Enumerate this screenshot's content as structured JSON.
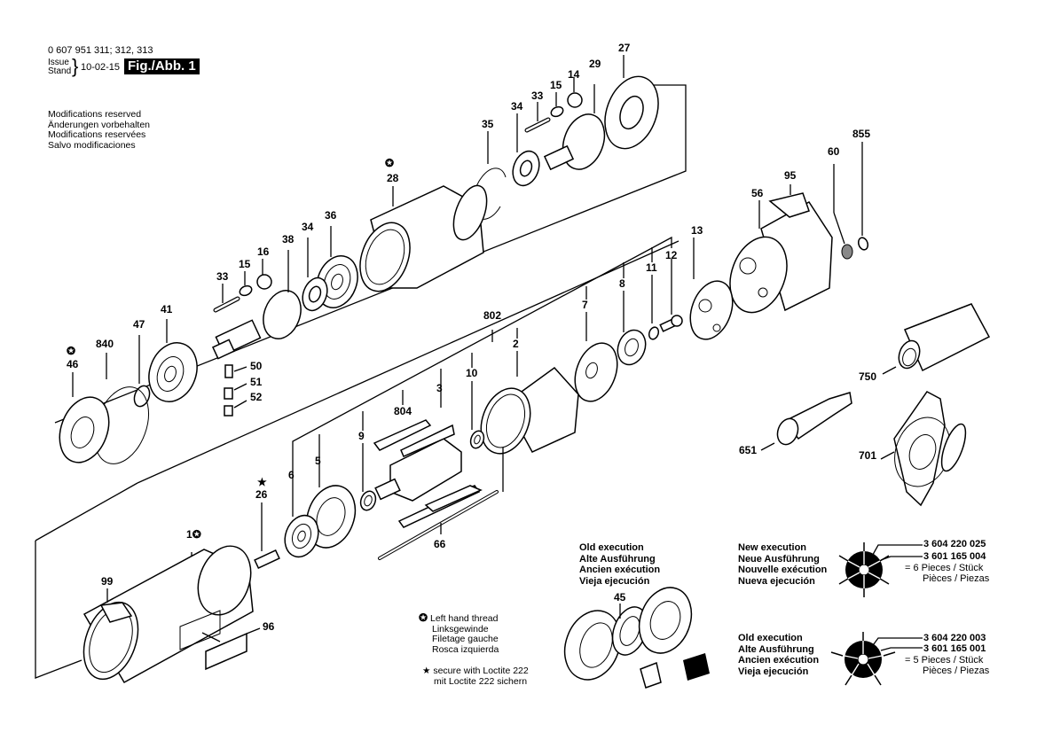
{
  "header": {
    "part_numbers": "0 607 951 311; 312, 313",
    "issue_label_en": "Issue",
    "issue_label_de": "Stand",
    "issue_date": "10-02-15",
    "figure": "Fig./Abb. 1"
  },
  "modifications": [
    "Modifications reserved",
    "Änderungen vorbehalten",
    "Modifications reservées",
    "Salvo modificaciones"
  ],
  "callouts": {
    "c1": "1",
    "c2": "2",
    "c3": "3",
    "c5": "5",
    "c6": "6",
    "c7": "7",
    "c8": "8",
    "c9": "9",
    "c10": "10",
    "c11": "11",
    "c12": "12",
    "c13": "13",
    "c14": "14",
    "c15a": "15",
    "c15b": "15",
    "c16": "16",
    "c26": "26",
    "c27": "27",
    "c28": "28",
    "c29": "29",
    "c33a": "33",
    "c33b": "33",
    "c34a": "34",
    "c34b": "34",
    "c35": "35",
    "c36": "36",
    "c38": "38",
    "c41": "41",
    "c45": "45",
    "c46": "46",
    "c47": "47",
    "c50": "50",
    "c51": "51",
    "c52": "52",
    "c56": "56",
    "c60": "60",
    "c66": "66",
    "c95": "95",
    "c96": "96",
    "c99": "99",
    "c651": "651",
    "c701": "701",
    "c750": "750",
    "c802": "802",
    "c804": "804",
    "c840": "840",
    "c855": "855"
  },
  "legend": {
    "left_hand_thread_symbol": "✪",
    "left_hand_thread": [
      "Left hand thread",
      "Linksgewinde",
      "Filetage gauche",
      "Rosca izquierda"
    ],
    "loctite_symbol": "★",
    "loctite": [
      "secure with Loctite 222",
      "mit Loctite 222 sichern"
    ]
  },
  "old_execution_bearing": {
    "title": [
      "Old execution",
      "Alte Ausführung",
      "Ancien exécution",
      "Vieja ejecución"
    ]
  },
  "new_execution": {
    "title": [
      "New execution",
      "Neue Ausführung",
      "Nouvelle exécution",
      "Nueva ejecución"
    ],
    "part_a": "3 604 220 025",
    "part_b": "3 601 165 004",
    "pieces": "= 6 Pieces / Stück",
    "pieces2": "Pièces / Piezas"
  },
  "old_execution_rotor": {
    "title": [
      "Old execution",
      "Alte Ausführung",
      "Ancien exécution",
      "Vieja ejecución"
    ],
    "part_a": "3 604 220 003",
    "part_b": "3 601 165 001",
    "pieces": "= 5 Pieces / Stück",
    "pieces2": "Pièces / Piezas"
  }
}
